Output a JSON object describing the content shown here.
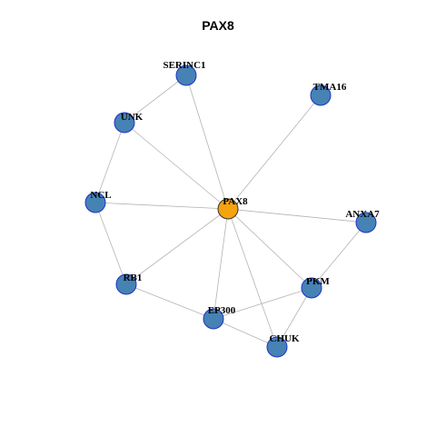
{
  "title": "PAX8",
  "colors": {
    "hub_fill": "#f5a30f",
    "node_fill": "#4682b4",
    "node_stroke": "#1f33c8",
    "edge": "#b3b3b3"
  },
  "nodes": [
    {
      "id": "PAX8",
      "label": "PAX8",
      "hub": true
    },
    {
      "id": "SERINC1",
      "label": "SERINC1"
    },
    {
      "id": "TMA16",
      "label": "TMA16"
    },
    {
      "id": "UNK",
      "label": "UNK"
    },
    {
      "id": "NCL",
      "label": "NCL"
    },
    {
      "id": "ANXA7",
      "label": "ANXA7"
    },
    {
      "id": "RB1",
      "label": "RB1"
    },
    {
      "id": "PKM",
      "label": "PKM"
    },
    {
      "id": "EP300",
      "label": "EP300"
    },
    {
      "id": "CHUK",
      "label": "CHUK"
    }
  ],
  "edges": [
    [
      "PAX8",
      "SERINC1"
    ],
    [
      "PAX8",
      "TMA16"
    ],
    [
      "PAX8",
      "UNK"
    ],
    [
      "PAX8",
      "NCL"
    ],
    [
      "PAX8",
      "ANXA7"
    ],
    [
      "PAX8",
      "RB1"
    ],
    [
      "PAX8",
      "PKM"
    ],
    [
      "PAX8",
      "EP300"
    ],
    [
      "PAX8",
      "CHUK"
    ],
    [
      "SERINC1",
      "UNK"
    ],
    [
      "UNK",
      "NCL"
    ],
    [
      "NCL",
      "RB1"
    ],
    [
      "RB1",
      "EP300"
    ],
    [
      "EP300",
      "PKM"
    ],
    [
      "EP300",
      "CHUK"
    ],
    [
      "PKM",
      "CHUK"
    ],
    [
      "PKM",
      "ANXA7"
    ]
  ]
}
